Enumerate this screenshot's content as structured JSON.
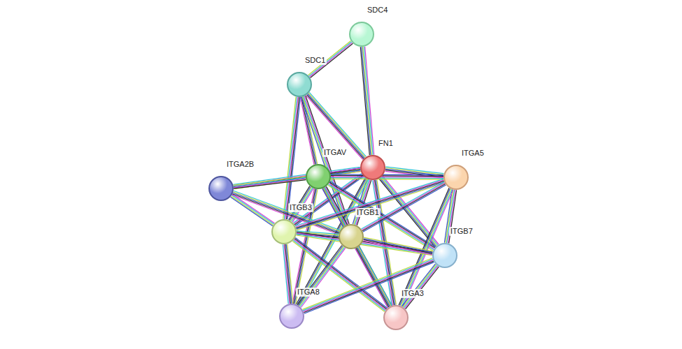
{
  "diagram": {
    "nodes": [
      {
        "text": [
          "SDC4"
        ]
      },
      {
        "text": [
          "SDC1"
        ]
      },
      {
        "text": [
          "FN1"
        ]
      },
      {
        "text": [
          "ITGAV"
        ]
      },
      {
        "text": [
          "ITGA5"
        ]
      },
      {
        "text": [
          "ITGA2B"
        ]
      },
      {
        "text": [
          "ITGB3"
        ]
      },
      {
        "text": [
          "ITGB1"
        ]
      },
      {
        "text": [
          "ITGB7"
        ]
      },
      {
        "text": [
          "ITGA8"
        ]
      },
      {
        "text": [
          "ITGA3"
        ]
      }
    ],
    "edges": [
      {
        "from": 0,
        "to": 1,
        "arrow": "none"
      },
      {
        "from": 0,
        "to": 2,
        "arrow": "none"
      },
      {
        "from": 1,
        "to": 2,
        "arrow": "none"
      },
      {
        "from": 1,
        "to": 3,
        "arrow": "none"
      },
      {
        "from": 1,
        "to": 6,
        "arrow": "none"
      },
      {
        "from": 1,
        "to": 7,
        "arrow": "none"
      },
      {
        "from": 2,
        "to": 3,
        "arrow": "none"
      },
      {
        "from": 2,
        "to": 4,
        "arrow": "none"
      },
      {
        "from": 2,
        "to": 5,
        "arrow": "none"
      },
      {
        "from": 2,
        "to": 6,
        "arrow": "none"
      },
      {
        "from": 2,
        "to": 7,
        "arrow": "none"
      },
      {
        "from": 2,
        "to": 8,
        "arrow": "none"
      },
      {
        "from": 2,
        "to": 9,
        "arrow": "none"
      },
      {
        "from": 2,
        "to": 10,
        "arrow": "none"
      },
      {
        "from": 3,
        "to": 4,
        "arrow": "none"
      },
      {
        "from": 3,
        "to": 5,
        "arrow": "none"
      },
      {
        "from": 3,
        "to": 6,
        "arrow": "none"
      },
      {
        "from": 3,
        "to": 7,
        "arrow": "none"
      },
      {
        "from": 3,
        "to": 9,
        "arrow": "none"
      },
      {
        "from": 3,
        "to": 8,
        "arrow": "none"
      },
      {
        "from": 3,
        "to": 10,
        "arrow": "none"
      },
      {
        "from": 5,
        "to": 6,
        "arrow": "none"
      },
      {
        "from": 5,
        "to": 7,
        "arrow": "none"
      },
      {
        "from": 4,
        "to": 6,
        "arrow": "none"
      },
      {
        "from": 4,
        "to": 7,
        "arrow": "none"
      },
      {
        "from": 4,
        "to": 8,
        "arrow": "none"
      },
      {
        "from": 4,
        "to": 10,
        "arrow": "none"
      },
      {
        "from": 6,
        "to": 7,
        "arrow": "none"
      },
      {
        "from": 6,
        "to": 9,
        "arrow": "none"
      },
      {
        "from": 6,
        "to": 10,
        "arrow": "none"
      },
      {
        "from": 6,
        "to": 8,
        "arrow": "none"
      },
      {
        "from": 7,
        "to": 9,
        "arrow": "none"
      },
      {
        "from": 7,
        "to": 10,
        "arrow": "none"
      },
      {
        "from": 7,
        "to": 8,
        "arrow": "none"
      },
      {
        "from": 8,
        "to": 9,
        "arrow": "none"
      },
      {
        "from": 8,
        "to": 10,
        "arrow": "none"
      }
    ]
  }
}
